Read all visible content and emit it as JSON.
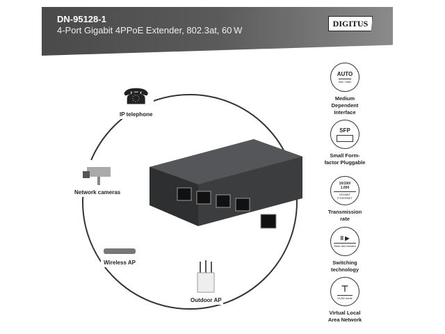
{
  "header": {
    "model": "DN-95128-1",
    "subtitle": "4-Port Gigabit 4PPoE Extender, 802.3at, 60 W",
    "logo": "DIGITUS"
  },
  "devices": [
    {
      "label": "IP telephone",
      "icon": "telephone-icon"
    },
    {
      "label": "Network cameras",
      "icon": "camera-icon"
    },
    {
      "label": "Wireless AP",
      "icon": "wireless-ap-icon"
    },
    {
      "label": "Outdoor AP",
      "icon": "outdoor-ap-icon"
    }
  ],
  "features": [
    {
      "badge": "AUTO",
      "badge_sub": "mdi / mdix",
      "label": "Medium Dependent Interface"
    },
    {
      "badge": "SFP",
      "badge_sub": "",
      "label": "Small Form-factor Pluggable"
    },
    {
      "badge": "10/100/ 1.000",
      "badge_sub": "GIGABIT ETHERNET",
      "label": "Transmission rate"
    },
    {
      "badge": "II ▶",
      "badge_sub": "Store and forward",
      "label": "Switching technology"
    },
    {
      "badge": "⊤",
      "badge_sub": "VLAN mode",
      "label": "Virtual Local Area Network"
    }
  ],
  "colors": {
    "header_dark": "#4a4a4a",
    "switch_body": "#3c3d3f"
  }
}
